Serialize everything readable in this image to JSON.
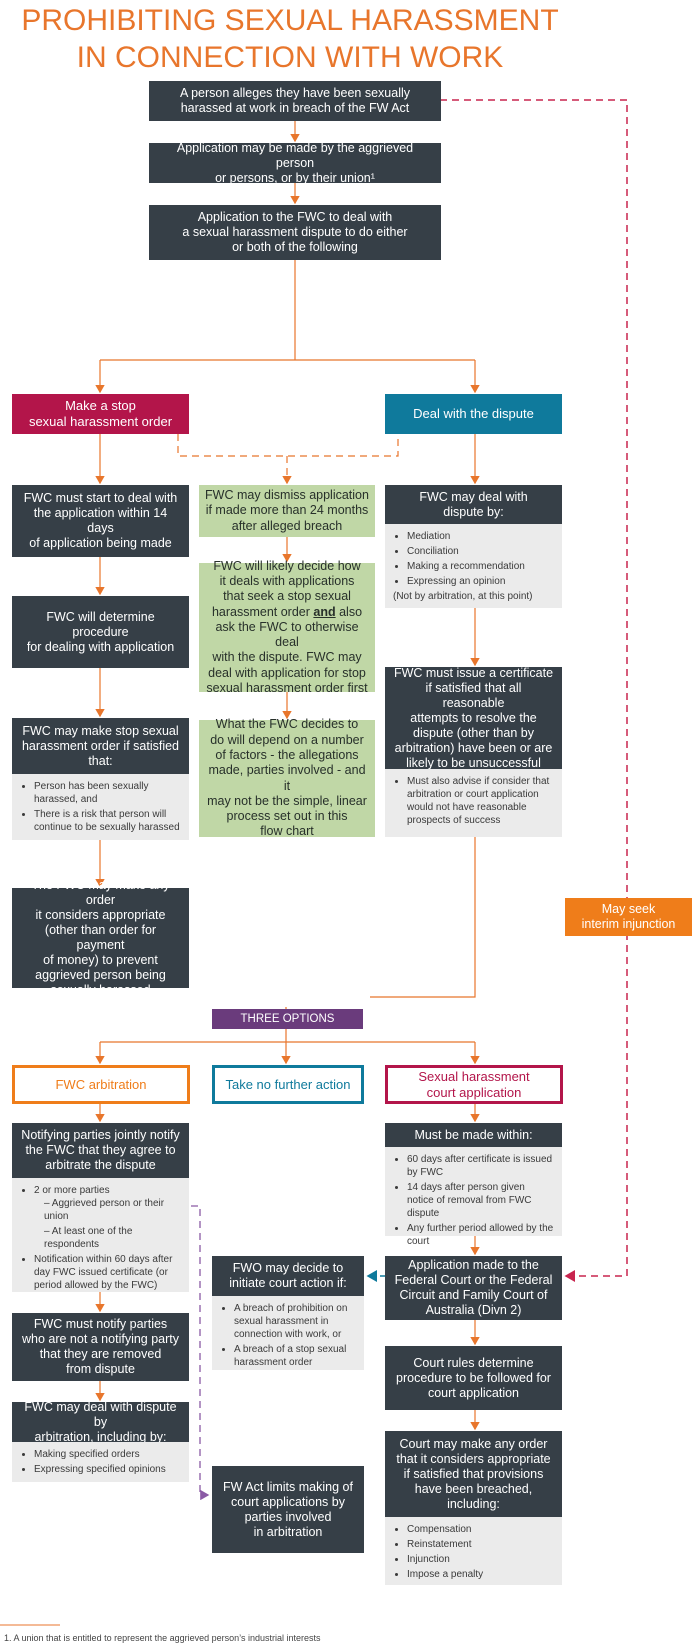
{
  "title": {
    "line1": "PROHIBITING SEXUAL HARASSMENT",
    "line2": "IN CONNECTION WITH WORK"
  },
  "top": {
    "allege": [
      "A person alleges they have been sexually",
      "harassed at work in breach of the FW Act"
    ],
    "application_made": [
      "Application may be made by the aggrieved person",
      "or persons, or by their union¹"
    ],
    "application_fwc": [
      "Application to the FWC to deal with",
      "a sexual harassment dispute to do either",
      "or both of the following"
    ]
  },
  "branch": {
    "stop_order": [
      "Make a stop",
      "sexual harassment order"
    ],
    "deal_dispute": "Deal with the dispute"
  },
  "left": {
    "start": [
      "FWC must start to deal with",
      "the application within 14 days",
      "of application being made"
    ],
    "procedure": [
      "FWC will determine procedure",
      "for dealing with application"
    ],
    "may_make": [
      "FWC may make stop sexual",
      "harassment order if satisfied",
      "that:"
    ],
    "may_make_items": [
      "Person has been sexually harassed, and",
      "There is a risk that person will continue to be sexually harassed"
    ],
    "any_order": [
      "The FWC may make any order",
      "it considers appropriate",
      "(other than order for payment",
      "of money) to prevent",
      "aggrieved person being",
      "sexually harassed"
    ]
  },
  "middle": {
    "dismiss": [
      "FWC may dismiss application",
      "if made more than 24 months",
      "after alleged breach"
    ],
    "likely_pre": [
      "FWC will likely decide how",
      "it deals with applications",
      "that seek a stop sexual"
    ],
    "likely_line4_a": "harassment order ",
    "likely_line4_b": "and",
    "likely_line4_c": " also",
    "likely_post": [
      "ask the FWC to otherwise deal",
      "with the dispute. FWC may",
      "deal with application for stop",
      "sexual harassment order first"
    ],
    "decides": [
      "What the FWC decides to",
      "do will depend on a number",
      "of factors - the allegations",
      "made, parties involved - and it",
      "may not be the simple, linear",
      "process set out in this",
      "flow chart"
    ]
  },
  "right": {
    "deal_by": [
      "FWC may deal with",
      "dispute by:"
    ],
    "deal_by_items": [
      "Mediation",
      "Conciliation",
      "Making a recommendation",
      "Expressing an opinion"
    ],
    "deal_by_note": "(Not by arbitration, at this point)",
    "certificate": [
      "FWC must issue a certificate",
      "if satisfied that all reasonable",
      "attempts to resolve the",
      "dispute (other than by",
      "arbitration) have been or are",
      "likely to be unsuccessful"
    ],
    "certificate_items": [
      "Must also advise if consider that arbitration or court application would not have reasonable prospects of success"
    ]
  },
  "interim": [
    "May seek",
    "interim injunction"
  ],
  "three_options": "THREE OPTIONS",
  "options": {
    "arbitration": "FWC arbitration",
    "no_action": "Take no further action",
    "court": [
      "Sexual harassment",
      "court application"
    ]
  },
  "arb": {
    "notify": [
      "Notifying parties jointly notify",
      "the FWC that they agree to",
      "arbitrate the dispute"
    ],
    "notify_items": [
      "2 or more parties",
      "Notification within 60 days after day FWC issued certificate (or period allowed by the FWC)"
    ],
    "notify_sub": [
      "Aggrieved person or their union",
      "At least one of the respondents"
    ],
    "must_notify": [
      "FWC must notify parties",
      "who are not a notifying party",
      "that they are removed",
      "from dispute"
    ],
    "may_deal": [
      "FWC may deal with dispute by",
      "arbitration, including by:"
    ],
    "may_deal_items": [
      "Making specified orders",
      "Expressing specified opinions"
    ]
  },
  "mid_bottom": {
    "fwo": [
      "FWO may decide to",
      "initiate court action if:"
    ],
    "fwo_items": [
      "A breach of prohibition on sexual harassment in connection with work, or",
      "A breach of a stop sexual harassment order"
    ],
    "limits": [
      "FW Act limits making of",
      "court applications by",
      "parties involved",
      "in arbitration"
    ]
  },
  "court": {
    "within": "Must be made within:",
    "within_items": [
      "60 days after certificate is issued by FWC",
      "14 days after person given notice of removal from FWC dispute",
      "Any further period allowed by the court"
    ],
    "made_to": [
      "Application made to the",
      "Federal Court or the Federal",
      "Circuit and Family Court of",
      "Australia (Divn 2)"
    ],
    "rules": [
      "Court rules determine",
      "procedure to be followed for",
      "court application"
    ],
    "any_order": [
      "Court may make any order",
      "that it considers appropriate",
      "if satisfied that provisions",
      "have been breached,",
      "including:"
    ],
    "any_order_items": [
      "Compensation",
      "Reinstatement",
      "Injunction",
      "Impose a penalty"
    ]
  },
  "footnote": "1.  A union that is entitled to represent the aggrieved person’s industrial interests",
  "colors": {
    "orange": "#e8762c",
    "dark": "#363f47",
    "green": "#c0d7a6",
    "crimson": "#b3154a",
    "teal": "#0f7a9c",
    "purple": "#6a3b7c"
  }
}
